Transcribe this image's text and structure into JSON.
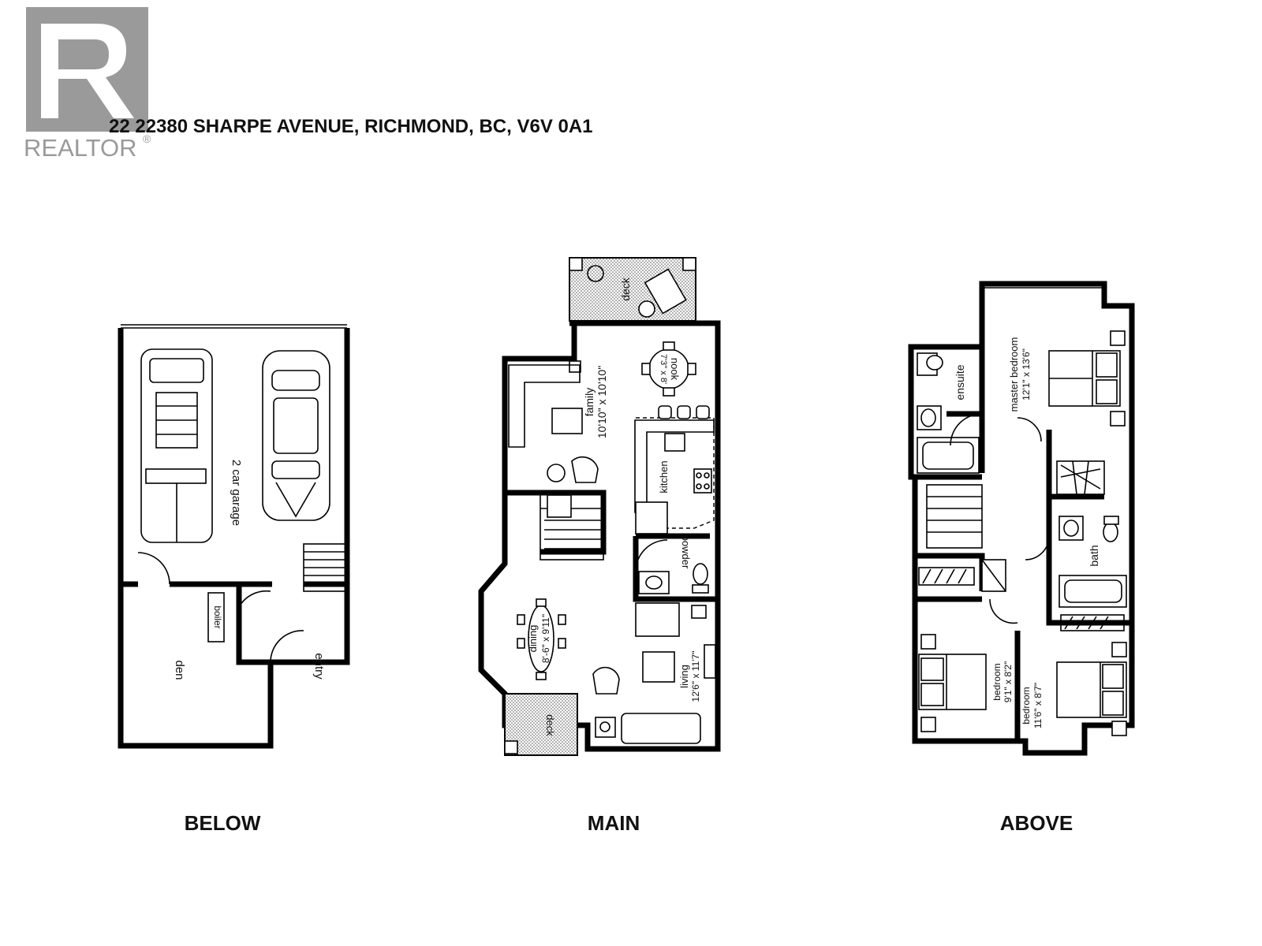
{
  "header": {
    "logo_text": "REALTOR",
    "logo_mark": "®",
    "address": "22 22380 SHARPE AVENUE, RICHMOND, BC, V6V 0A1"
  },
  "floors": {
    "below": {
      "caption": "BELOW",
      "rooms": {
        "garage": "2 car garage",
        "boiler": "boiler",
        "den": "den",
        "entry": "entry"
      }
    },
    "main": {
      "caption": "MAIN",
      "rooms": {
        "deck_top": "deck",
        "nook": "nook",
        "nook_dim": "7'3\" x 8'",
        "family": "family",
        "family_dim": "10'10\" x 10'10\"",
        "kitchen": "kitchen",
        "powder": "powder",
        "dining": "dining",
        "dining_dim": "8'-6\" x 9'11\"",
        "living": "living",
        "living_dim": "12'6\" x 11'7\"",
        "deck_bottom": "deck"
      }
    },
    "above": {
      "caption": "ABOVE",
      "rooms": {
        "ensuite": "ensuite",
        "master": "master bedroom",
        "master_dim": "12'1\" x 13'6\"",
        "bath": "bath",
        "bed1": "bedroom",
        "bed1_dim": "9'1\" x 8'2\"",
        "bed2": "bedroom",
        "bed2_dim": "11'6\" x 8'7\""
      }
    }
  },
  "colors": {
    "logo_gray": "#9a9a9a",
    "line": "#000000",
    "deck_hatch": "#555555"
  }
}
